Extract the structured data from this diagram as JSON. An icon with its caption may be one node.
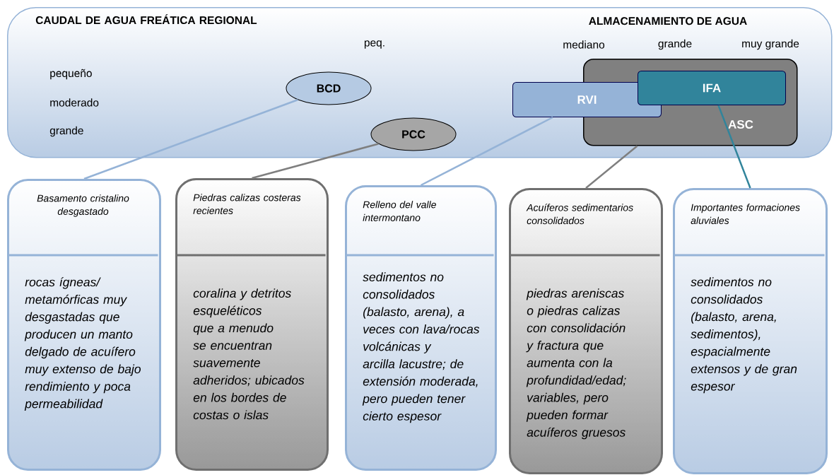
{
  "diagram": {
    "nodes": [
      {
        "text": [
          "CAUDAL DE AGUA FREÁTICA REGIONAL",
          "ALMACENAMIENTO DE AGUA"
        ]
      },
      {
        "text": [
          "BCD"
        ],
        "in": 0
      },
      {
        "text": [
          "PCC"
        ],
        "in": 0
      },
      {
        "text": [
          "ASC"
        ],
        "in": 0
      },
      {
        "text": [
          "RVI"
        ],
        "in": 0
      },
      {
        "text": [
          "IFA"
        ],
        "in": 3
      },
      {
        "text": [
          "Basamento cristalino desgastado",
          "rocas ígneas/ metamórficas muy desgastadas que producen un manto delgado de acuífero muy extenso de bajo rendimiento y poca permeabilidad"
        ]
      },
      {
        "text": [
          "Piedras calizas costeras recientes",
          "coralina y detritos esqueléticos que a menudo se encuentran suavemente adheridos; ubicados en los bordes de costas o islas"
        ]
      },
      {
        "text": [
          "Relleno del valle intermontano",
          "sedimentos no consolidados (balasto, arena), a veces con lava/rocas volcánicas y arcilla lacustre; de extensión moderada, pero pueden tener cierto espesor"
        ]
      },
      {
        "text": [
          "Acuíferos sedimentarios consolidados",
          "piedras areniscas o piedras calizas con consolidación y fractura que aumenta con la profundidad/edad; variables, pero pueden formar acuíferos gruesos"
        ]
      },
      {
        "text": [
          "Importantes formaciones aluviales",
          "sedimentos no consolidados (balasto, arena, sedimentos), espacialmente extensos y de gran espesor"
        ]
      }
    ],
    "edges": [
      {
        "from": 1,
        "to": 6,
        "arrow": "none",
        "color": "#95b3d7"
      },
      {
        "from": 2,
        "to": 7,
        "arrow": "none",
        "color": "#7f7f7f"
      },
      {
        "from": 4,
        "to": 8,
        "arrow": "none",
        "color": "#95b3d7"
      },
      {
        "from": 3,
        "to": 9,
        "arrow": "none",
        "color": "#7f7f7f"
      },
      {
        "from": 5,
        "to": 10,
        "arrow": "none",
        "color": "#31849b"
      }
    ],
    "labels": [
      "peq.",
      "mediano",
      "grande",
      "muy grande",
      "pequeño",
      "moderado",
      "grande"
    ]
  }
}
